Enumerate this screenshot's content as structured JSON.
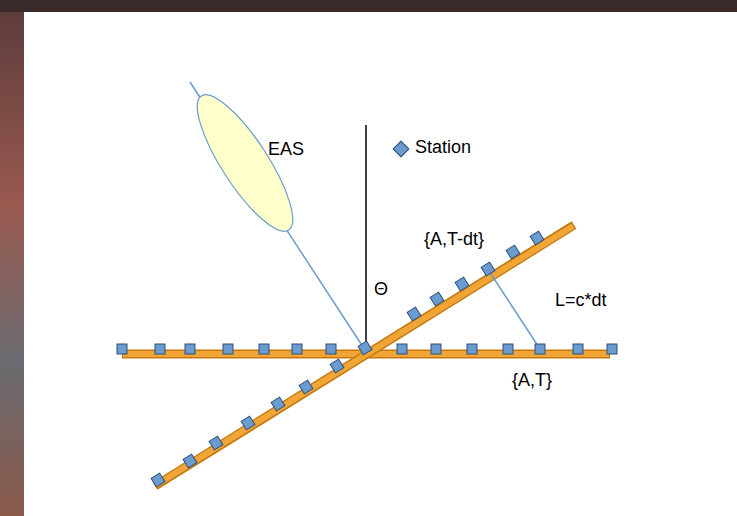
{
  "diagram": {
    "labels": [
      "EAS",
      "Θ",
      "{A,T-dt}",
      "L=c*dt",
      "{A,T}"
    ],
    "legend": [
      {
        "text": "Station",
        "color": "#6a9ccf"
      }
    ]
  }
}
